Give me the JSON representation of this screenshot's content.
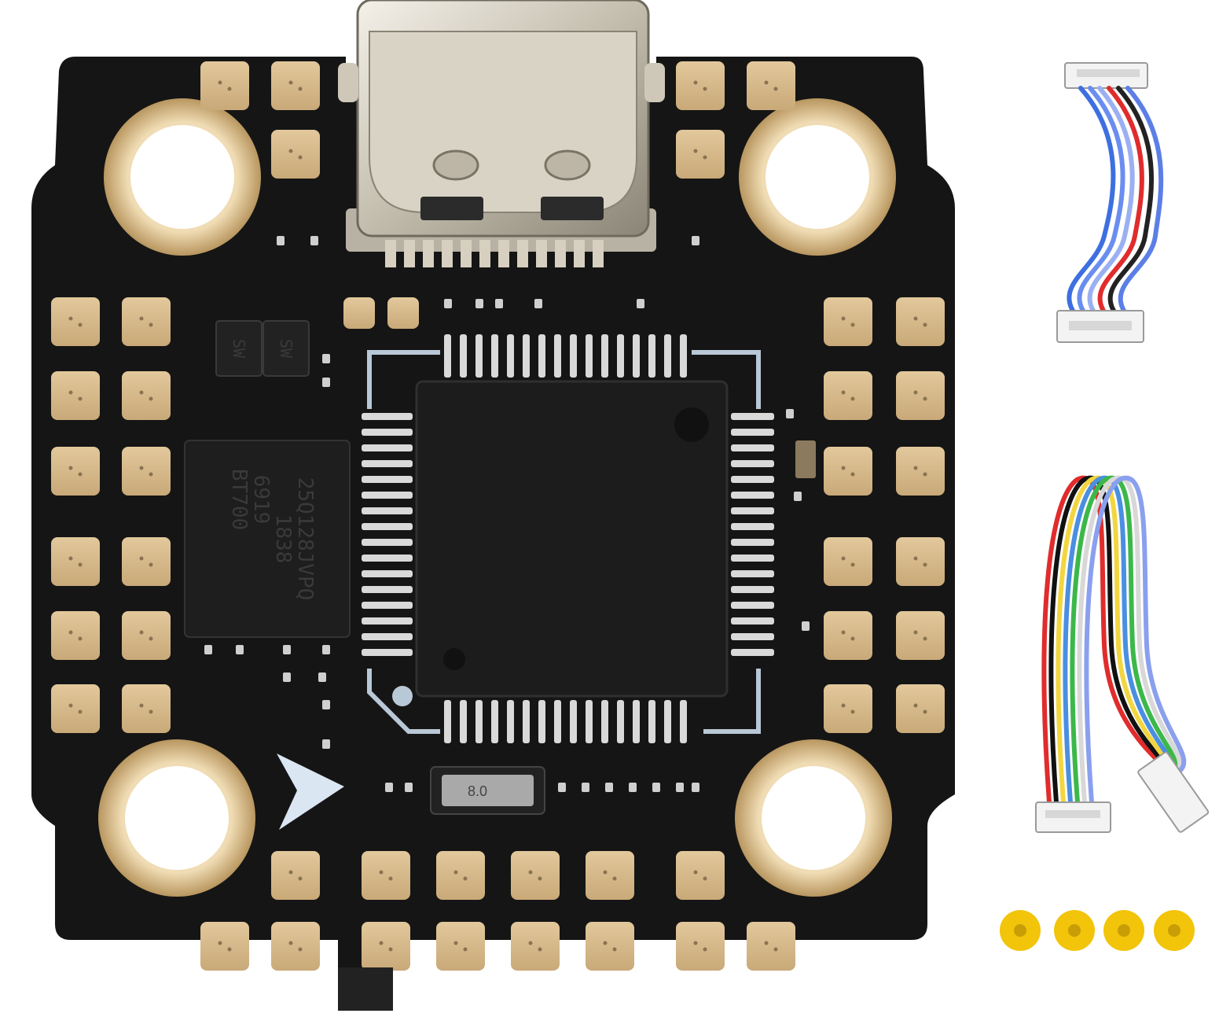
{
  "scene": {
    "description_type": "product-photo",
    "background": "#ffffff",
    "board_color": "#151515",
    "pad_color": "#d6b98c",
    "ring_color": "#c9a978",
    "silkscreen_color": "#b9c8d6",
    "bumper_color": "#f2c40a"
  },
  "flash_chip": {
    "line1": "25Q128JVPQ",
    "line2": "1838",
    "line3": "6919",
    "line4": "BT700"
  },
  "transistors": {
    "left_marking": "SW",
    "right_marking": "SW"
  },
  "crystal": {
    "marking": "8.0"
  },
  "icons": {
    "logo": "arrow-logo-icon",
    "usb": "usb-c-port-icon"
  },
  "accessories": {
    "short_cable_wire_colors": [
      "#3d6fe0",
      "#6a8df0",
      "#9bb0f2",
      "#e02c2c",
      "#222222",
      "#5b7fe6"
    ],
    "long_cable_wire_colors": [
      "#e02c2c",
      "#111111",
      "#f2d640",
      "#4a8fe0",
      "#3cb84a",
      "#d8d8d8",
      "#8aa0ee"
    ],
    "bumper_count": 4
  }
}
